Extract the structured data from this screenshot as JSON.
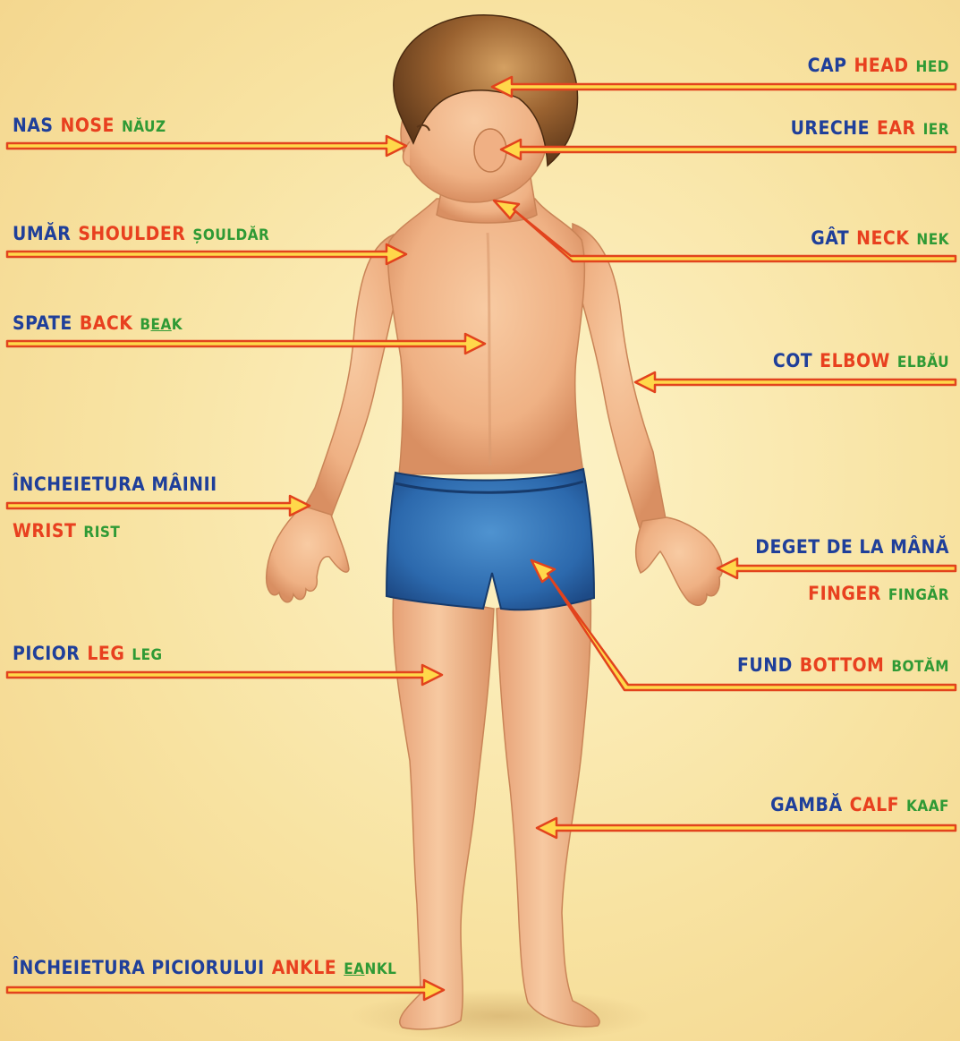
{
  "labels": {
    "head": {
      "ro": "CAP",
      "en": "HEAD",
      "pr": "HED",
      "pr_pre": "",
      "pr_under": "",
      "pr_post": ""
    },
    "nose": {
      "ro": "NAS",
      "en": "NOSE",
      "pr": "NĂUZ"
    },
    "ear": {
      "ro": "URECHE",
      "en": "EAR",
      "pr": "IER"
    },
    "shoulder": {
      "ro": "UMĂR",
      "en": "SHOULDER",
      "pr": "ȘOULDĂR"
    },
    "neck": {
      "ro": "GÂT",
      "en": "NECK",
      "pr": "NEK"
    },
    "back": {
      "ro": "SPATE",
      "en": "BACK",
      "pr_pre": "B",
      "pr_under": "EA",
      "pr_post": "K"
    },
    "elbow": {
      "ro": "COT",
      "en": "ELBOW",
      "pr": "ELBĂU"
    },
    "wrist": {
      "ro": "ÎNCHEIETURA MÂINII",
      "en": "WRIST",
      "pr": "RIST"
    },
    "finger": {
      "ro": "DEGET DE LA MÂNĂ",
      "en": "FINGER",
      "pr": "FINGĂR"
    },
    "leg": {
      "ro": "PICIOR",
      "en": "LEG",
      "pr": "LEG"
    },
    "bottom": {
      "ro": "FUND",
      "en": "BOTTOM",
      "pr": "BOTĂM"
    },
    "calf": {
      "ro": "GAMBĂ",
      "en": "CALF",
      "pr": "KAAF"
    },
    "ankle": {
      "ro": "ÎNCHEIETURA PICIORULUI",
      "en": "ANKLE",
      "pr_pre": "",
      "pr_under": "EA",
      "pr_post": "NKL"
    }
  },
  "colors": {
    "romanian": "#1f3f9a",
    "english": "#e8401f",
    "pronunciation": "#2f9a35",
    "arrow_outline": "#e2431d",
    "arrow_fill": "#ffd84a",
    "skin": "#f2b98e",
    "shorts": "#2f6fb3",
    "hair": "#7a4a22"
  }
}
